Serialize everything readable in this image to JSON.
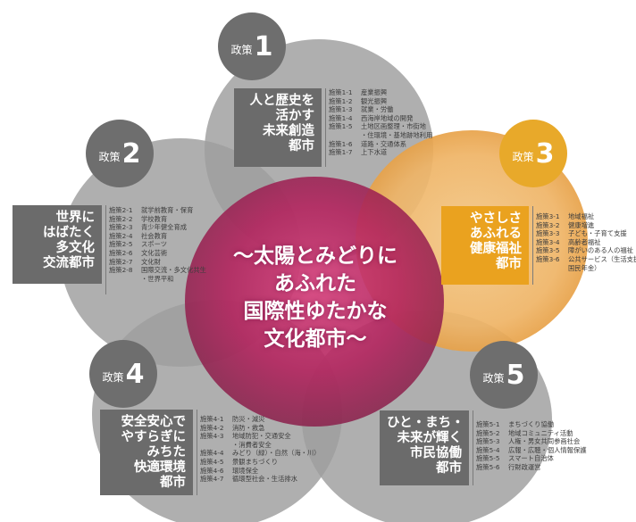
{
  "center_text": [
    "～太陽とみどりに",
    "あふれた",
    "国際性ゆたかな",
    "文化都市～"
  ],
  "colors": {
    "petal_gray": "#9a9a9a",
    "badge_gray": "#6e6e6e",
    "orange": "#e8a92a",
    "magenta": "#b3245e"
  },
  "policies": [
    {
      "label": "政策",
      "number": "1",
      "title_lines": [
        "人と歴史を",
        "活かす",
        "未来創造",
        "都市"
      ],
      "items": [
        {
          "code": "施策1-1",
          "text": "産業振興"
        },
        {
          "code": "施策1-2",
          "text": "観光振興"
        },
        {
          "code": "施策1-3",
          "text": "就業・労働"
        },
        {
          "code": "施策1-4",
          "text": "西海岸地域の開発"
        },
        {
          "code": "施策1-5",
          "text": "土地区画整理・市街地"
        },
        {
          "code": "",
          "text": "・住環境・基地跡地利用"
        },
        {
          "code": "施策1-6",
          "text": "道路・交通体系"
        },
        {
          "code": "施策1-7",
          "text": "上下水道"
        }
      ]
    },
    {
      "label": "政策",
      "number": "2",
      "title_lines": [
        "世界に",
        "はばたく",
        "多文化",
        "交流都市"
      ],
      "items": [
        {
          "code": "施策2-1",
          "text": "就学前教育・保育"
        },
        {
          "code": "施策2-2",
          "text": "学校教育"
        },
        {
          "code": "施策2-3",
          "text": "青少年健全育成"
        },
        {
          "code": "施策2-4",
          "text": "社会教育"
        },
        {
          "code": "施策2-5",
          "text": "スポーツ"
        },
        {
          "code": "施策2-6",
          "text": "文化芸術"
        },
        {
          "code": "施策2-7",
          "text": "文化財"
        },
        {
          "code": "施策2-8",
          "text": "国際交流・多文化共生"
        },
        {
          "code": "",
          "text": "・世界平和"
        }
      ]
    },
    {
      "label": "政策",
      "number": "3",
      "title_lines": [
        "やさしさ",
        "あふれる",
        "健康福祉",
        "都市"
      ],
      "items": [
        {
          "code": "施策3-1",
          "text": "地域福祉"
        },
        {
          "code": "施策3-2",
          "text": "健康増進"
        },
        {
          "code": "施策3-3",
          "text": "子ども・子育て支援"
        },
        {
          "code": "施策3-4",
          "text": "高齢者福祉"
        },
        {
          "code": "施策3-5",
          "text": "障がいのある人の福祉"
        },
        {
          "code": "施策3-6",
          "text": "公共サービス（生活支援"
        },
        {
          "code": "",
          "text": "国民年金）"
        }
      ]
    },
    {
      "label": "政策",
      "number": "4",
      "title_lines": [
        "安全安心で",
        "やすらぎに",
        "みちた",
        "快適環境",
        "都市"
      ],
      "items": [
        {
          "code": "施策4-1",
          "text": "防災・減災"
        },
        {
          "code": "施策4-2",
          "text": "消防・救急"
        },
        {
          "code": "施策4-3",
          "text": "地域防犯・交通安全"
        },
        {
          "code": "",
          "text": "・消費者安全"
        },
        {
          "code": "施策4-4",
          "text": "みどり（緑）・自然（海・川）"
        },
        {
          "code": "施策4-5",
          "text": "景観まちづくり"
        },
        {
          "code": "施策4-6",
          "text": "環境保全"
        },
        {
          "code": "施策4-7",
          "text": "循環型社会・生活排水"
        }
      ]
    },
    {
      "label": "政策",
      "number": "5",
      "title_lines": [
        "ひと・まち・",
        "未来が輝く",
        "市民協働",
        "都市"
      ],
      "items": [
        {
          "code": "施策5-1",
          "text": "まちづくり協働"
        },
        {
          "code": "施策5-2",
          "text": "地域コミュニティ活動"
        },
        {
          "code": "施策5-3",
          "text": "人権・男女共同参画社会"
        },
        {
          "code": "施策5-4",
          "text": "広報・広聴・個人情報保護"
        },
        {
          "code": "施策5-5",
          "text": "スマート自治体"
        },
        {
          "code": "施策5-6",
          "text": "行財政運営"
        }
      ]
    }
  ]
}
